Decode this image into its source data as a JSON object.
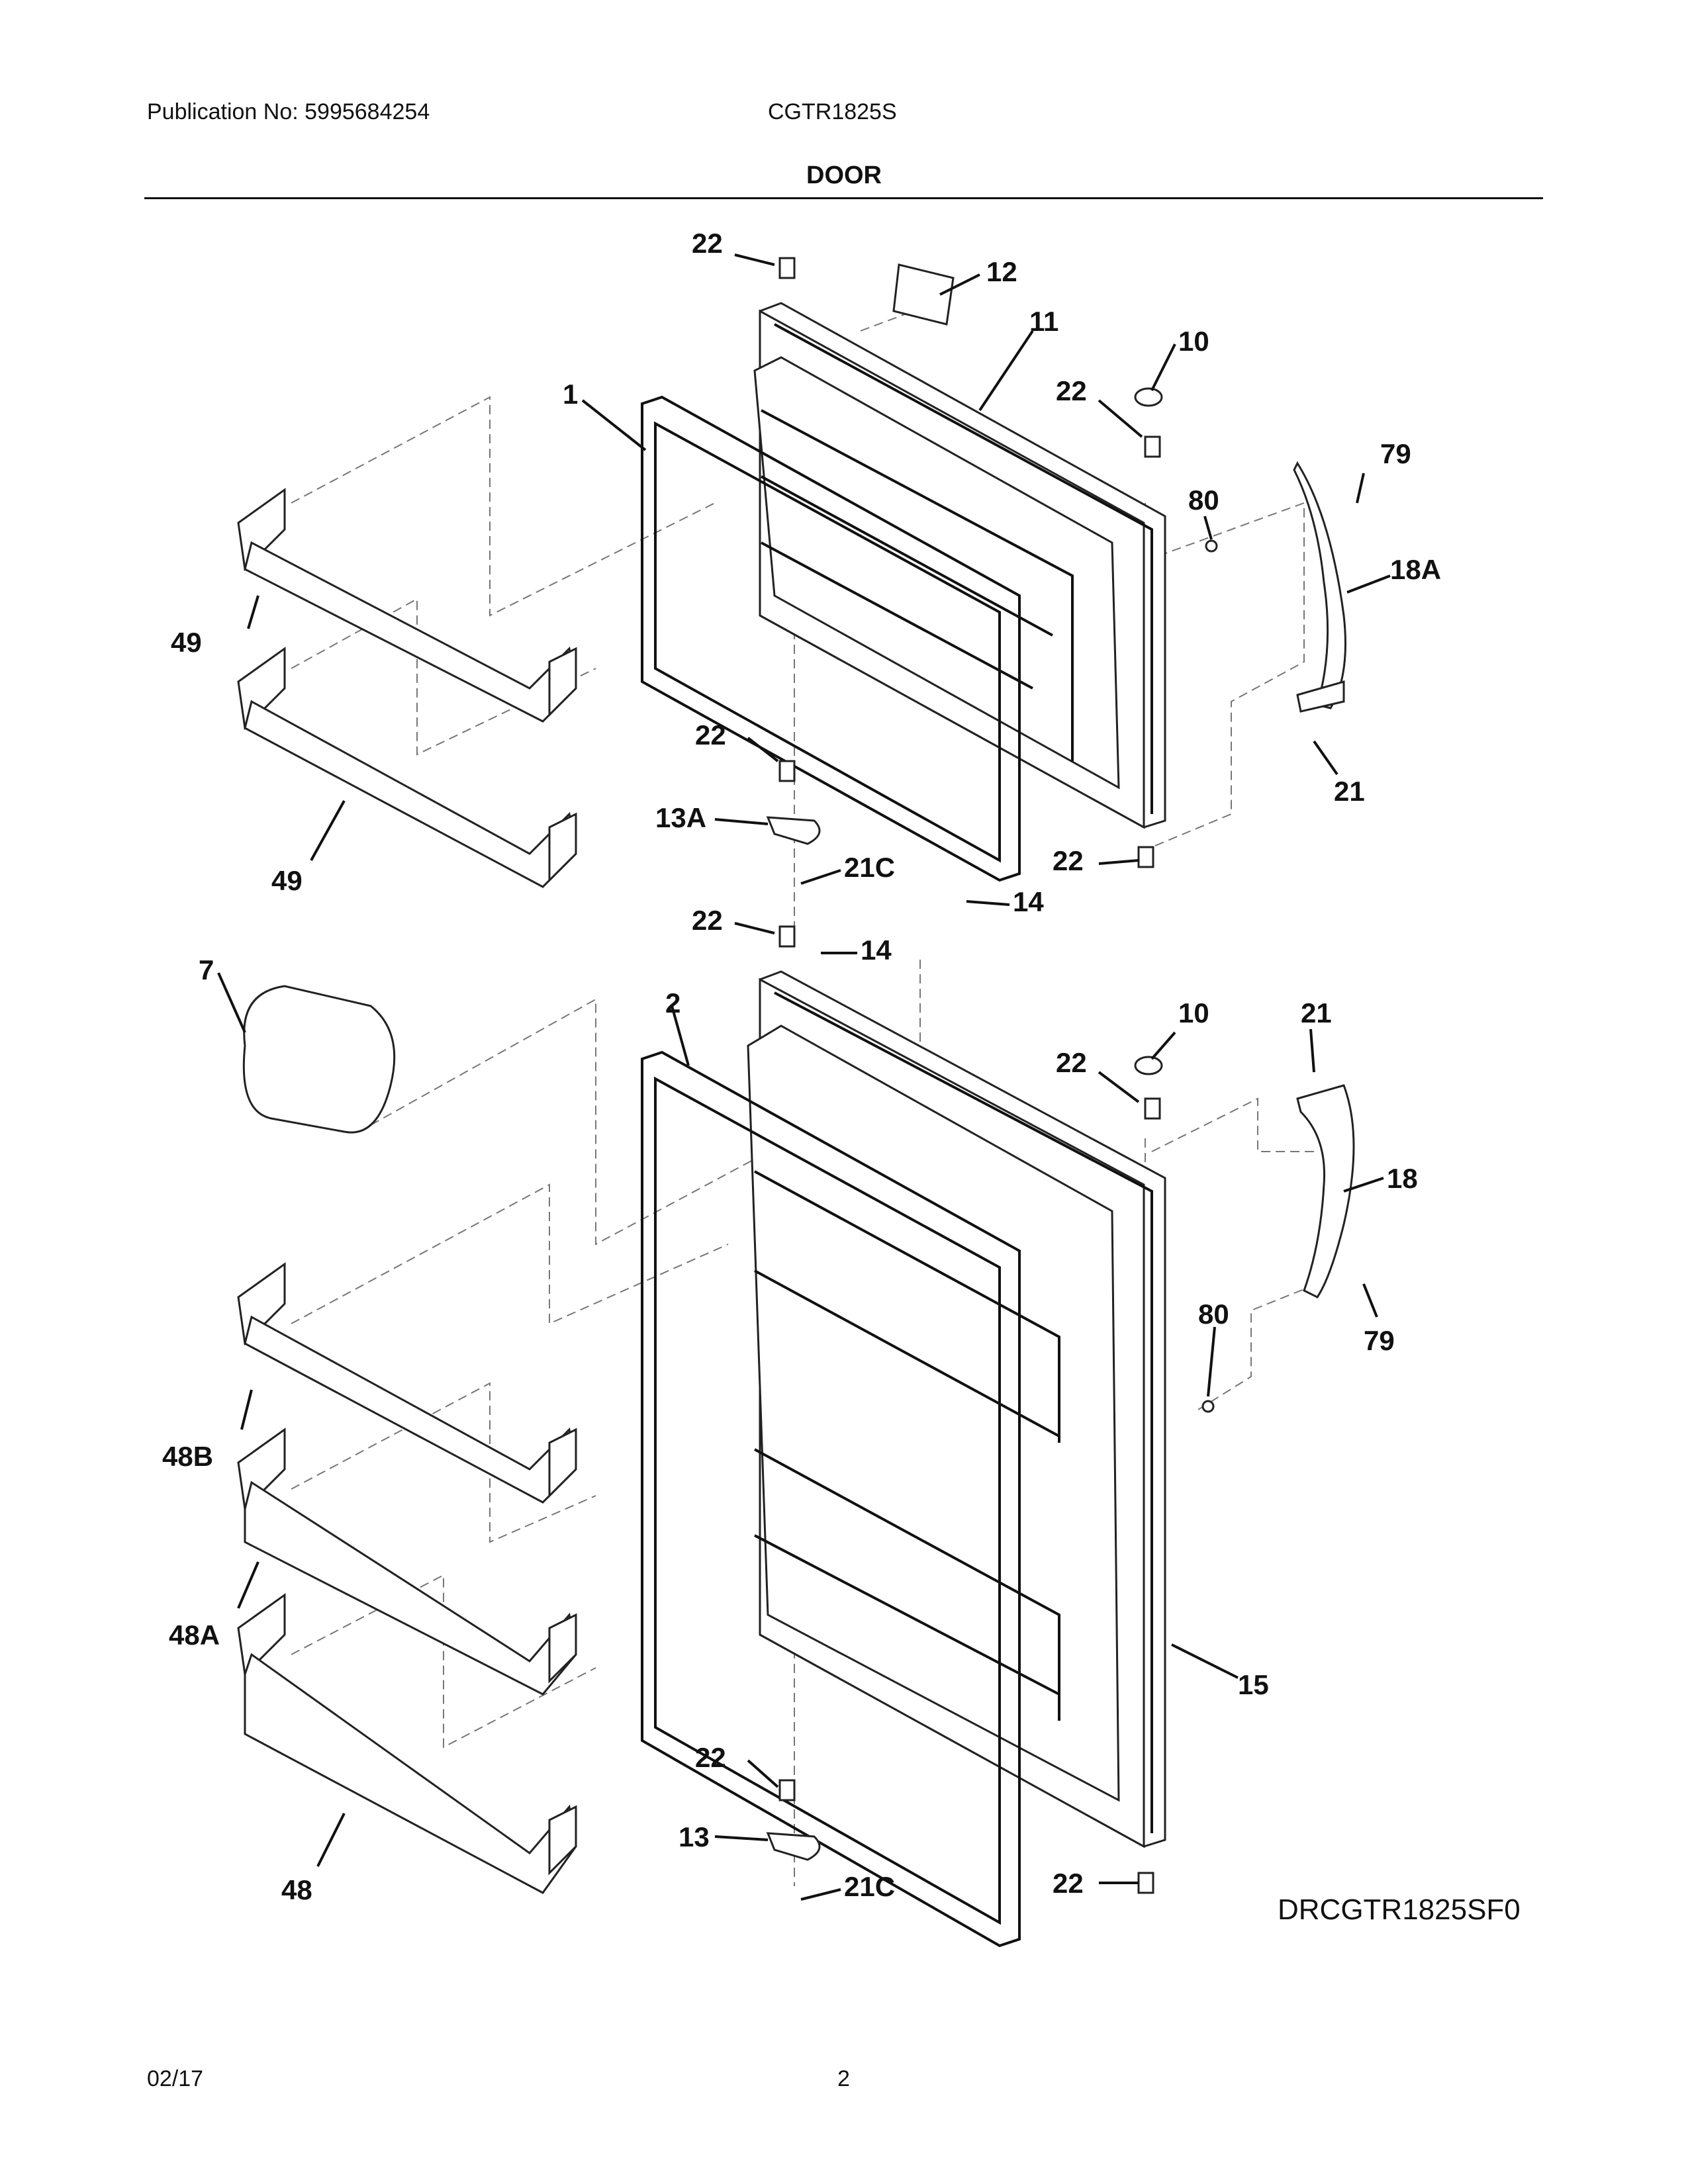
{
  "header": {
    "publication": "Publication No: 5995684254",
    "model": "CGTR1825S",
    "section_title": "DOOR"
  },
  "footer": {
    "date": "02/17",
    "page": "2"
  },
  "diagram": {
    "code": "DRCGTR1825SF0",
    "callouts": {
      "c1": "1",
      "c2": "2",
      "c7": "7",
      "c10a": "10",
      "c10b": "10",
      "c11": "11",
      "c12": "12",
      "c13": "13",
      "c13a": "13A",
      "c14a": "14",
      "c14b": "14",
      "c15": "15",
      "c18": "18",
      "c18a": "18A",
      "c21a": "21",
      "c21b": "21",
      "c21c_a": "21C",
      "c21c_b": "21C",
      "c22a": "22",
      "c22b": "22",
      "c22c": "22",
      "c22d": "22",
      "c22e": "22",
      "c22f": "22",
      "c22g": "22",
      "c22h": "22",
      "c48": "48",
      "c48a": "48A",
      "c48b": "48B",
      "c49a": "49",
      "c49b": "49",
      "c79a": "79",
      "c79b": "79",
      "c80a": "80",
      "c80b": "80"
    }
  }
}
